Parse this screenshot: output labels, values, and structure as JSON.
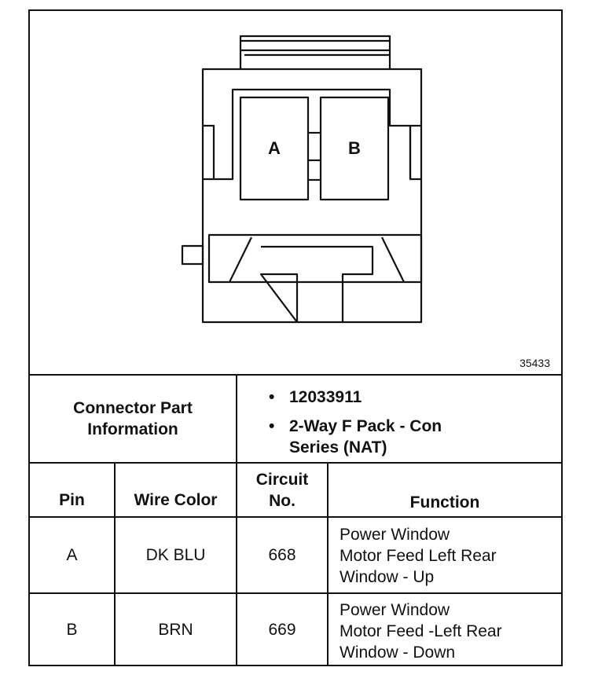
{
  "figure_number": "35433",
  "connector": {
    "pin_labels": [
      "A",
      "B"
    ]
  },
  "info": {
    "title_line1": "Connector Part",
    "title_line2": "Information",
    "bullets": [
      {
        "line1": "12033911",
        "line2": ""
      },
      {
        "line1": "2-Way F Pack - Con",
        "line2": "Series (NAT)"
      }
    ]
  },
  "table": {
    "headers": {
      "pin": "Pin",
      "wire_color": "Wire Color",
      "circuit_line1": "Circuit",
      "circuit_line2": "No.",
      "function": "Function"
    },
    "rows": [
      {
        "pin": "A",
        "wire_color": "DK BLU",
        "circuit": "668",
        "function": [
          "Power Window",
          "Motor Feed Left Rear",
          "Window - Up"
        ]
      },
      {
        "pin": "B",
        "wire_color": "BRN",
        "circuit": "669",
        "function": [
          "Power Window",
          "Motor Feed -Left Rear",
          "Window - Down"
        ]
      }
    ]
  }
}
